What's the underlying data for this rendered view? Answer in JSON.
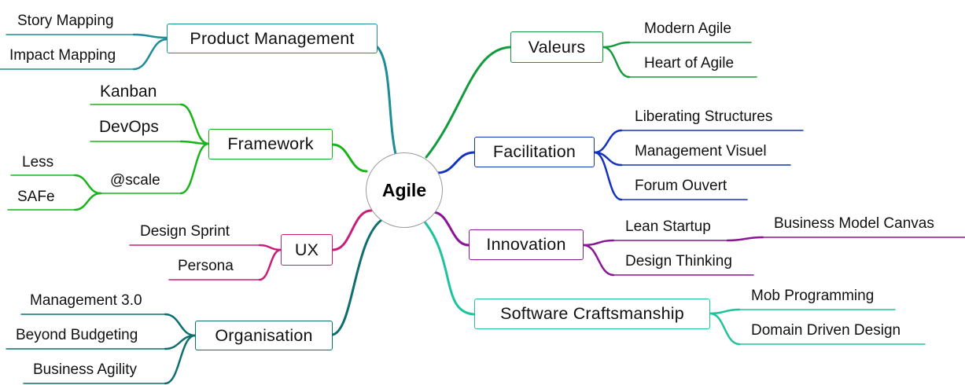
{
  "center": {
    "label": "Agile"
  },
  "branches": [
    {
      "key": "pm",
      "label": "Product Management",
      "color": "#1e8c96",
      "leaves": [
        "Story Mapping",
        "Impact Mapping"
      ]
    },
    {
      "key": "fw",
      "label": "Framework",
      "color": "#19b419",
      "leaves": [
        "Kanban",
        "DevOps",
        "@scale"
      ],
      "subleaves": [
        "Less",
        "SAFe"
      ]
    },
    {
      "key": "ux",
      "label": "UX",
      "color": "#c81e78",
      "leaves": [
        "Design Sprint",
        "Persona"
      ]
    },
    {
      "key": "org",
      "label": "Organisation",
      "color": "#0f6e6e",
      "leaves": [
        "Management 3.0",
        "Beyond Budgeting",
        "Business Agility"
      ]
    },
    {
      "key": "val",
      "label": "Valeurs",
      "color": "#129b3c",
      "leaves": [
        "Modern Agile",
        "Heart of Agile"
      ]
    },
    {
      "key": "fac",
      "label": "Facilitation",
      "color": "#1432be",
      "leaves": [
        "Liberating Structures",
        "Management Visuel",
        "Forum Ouvert"
      ]
    },
    {
      "key": "inn",
      "label": "Innovation",
      "color": "#8c1496",
      "leaves": [
        "Lean Startup",
        "Design Thinking"
      ],
      "subleaves": [
        "Business Model Canvas"
      ]
    },
    {
      "key": "sc",
      "label": "Software Craftsmanship",
      "color": "#1ec39b",
      "leaves": [
        "Mob Programming",
        "Domain Driven Design"
      ]
    }
  ]
}
